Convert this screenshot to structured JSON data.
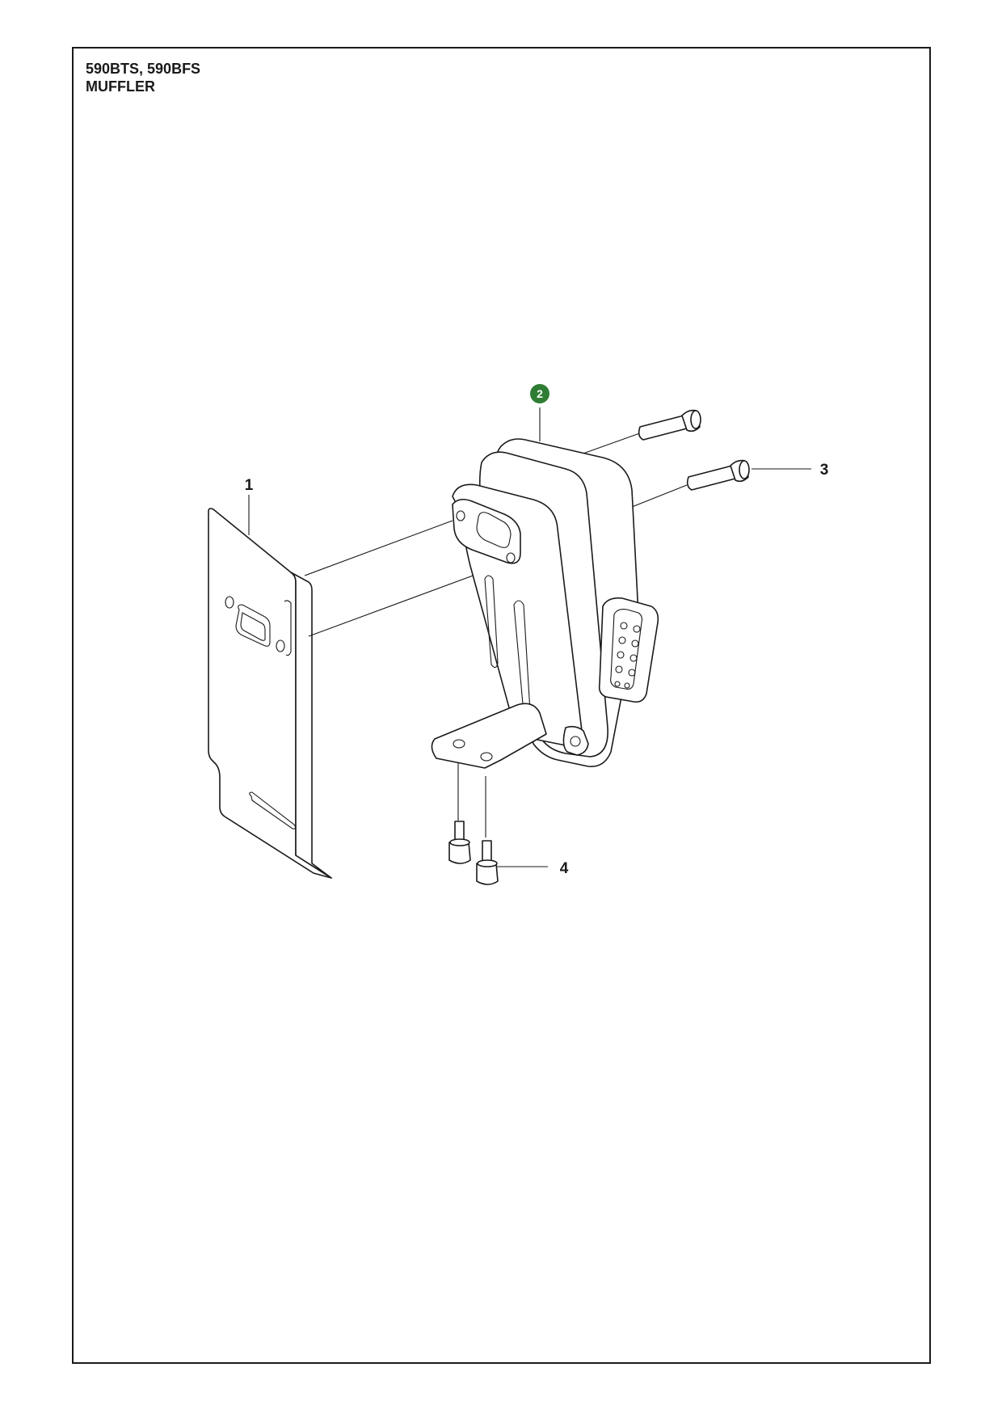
{
  "header": {
    "model": "590BTS, 590BFS",
    "section": "MUFFLER"
  },
  "callouts": [
    {
      "id": "1",
      "label": "1",
      "highlighted": false
    },
    {
      "id": "2",
      "label": "2",
      "highlighted": true
    },
    {
      "id": "3",
      "label": "3",
      "highlighted": false
    },
    {
      "id": "4",
      "label": "4",
      "highlighted": false
    }
  ],
  "colors": {
    "highlight_badge": "#2e7d32",
    "line": "#1a1a1a"
  }
}
